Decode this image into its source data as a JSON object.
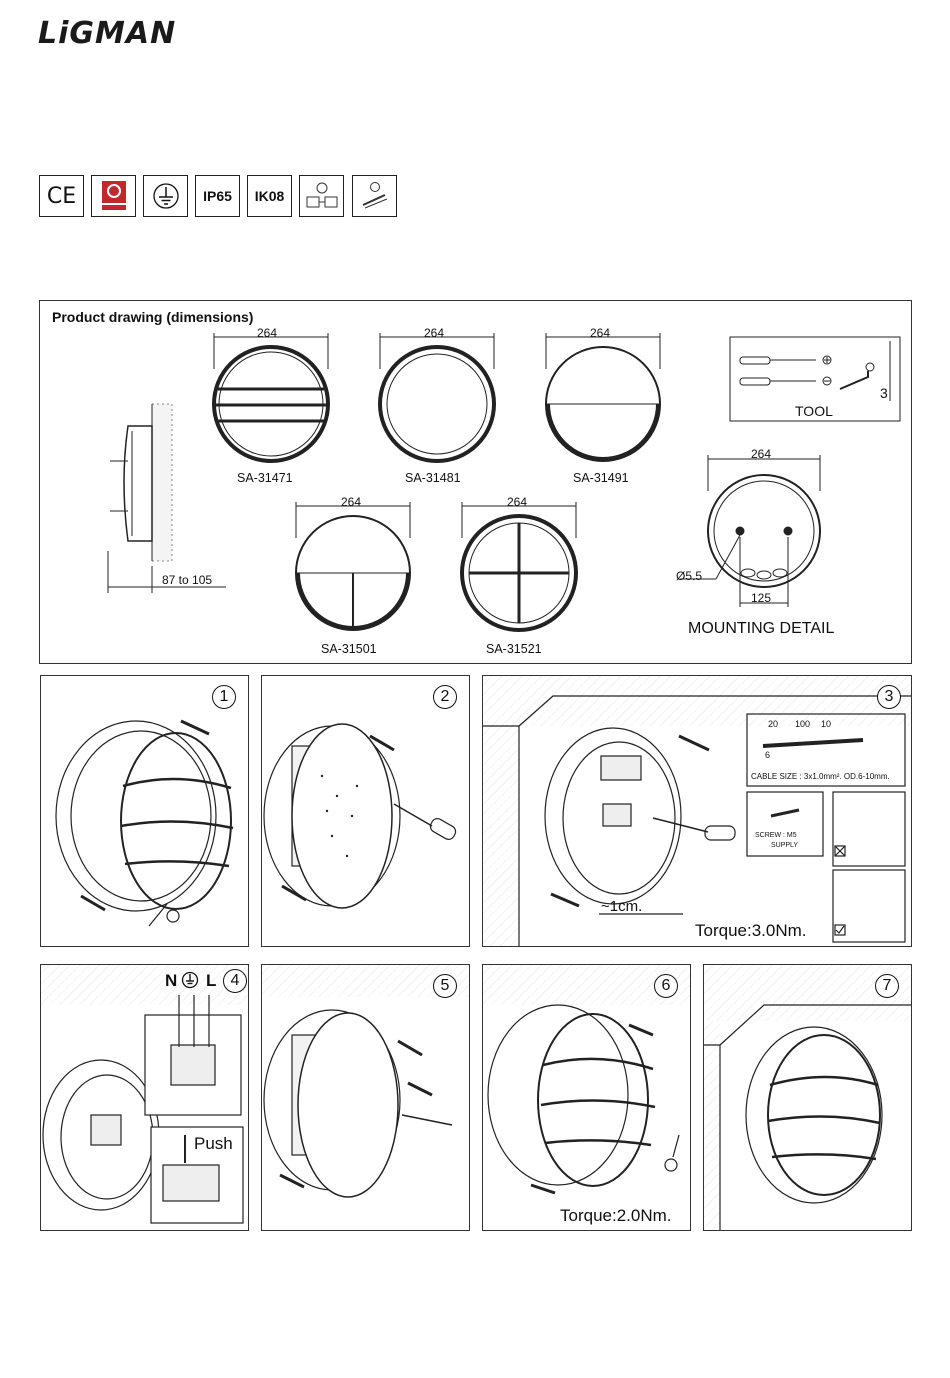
{
  "brand": {
    "logo_text": "LiGMAN"
  },
  "certifications": [
    {
      "label": "CE",
      "icon": "ce-mark-icon"
    },
    {
      "label": "",
      "icon": "quality-seal-icon"
    },
    {
      "label": "",
      "icon": "earth-ground-icon"
    },
    {
      "label": "IP65",
      "icon": "ip-rating"
    },
    {
      "label": "IK08",
      "icon": "ik-rating"
    },
    {
      "label": "",
      "icon": "install-angle-icon"
    },
    {
      "label": "",
      "icon": "screwdriver-mount-icon"
    }
  ],
  "drawing": {
    "title": "Product drawing (dimensions)",
    "side_dim": "87 to 105",
    "products": [
      {
        "model": "SA-31471",
        "width": "264"
      },
      {
        "model": "SA-31481",
        "width": "264"
      },
      {
        "model": "SA-31491",
        "width": "264"
      },
      {
        "model": "SA-31501",
        "width": "264"
      },
      {
        "model": "SA-31521",
        "width": "264"
      }
    ],
    "tool": {
      "label": "TOOL",
      "size": "3"
    },
    "mounting": {
      "label": "MOUNTING DETAIL",
      "width": "264",
      "hole": "Ø5.5",
      "spacing": "125"
    }
  },
  "steps": [
    {
      "number": "1"
    },
    {
      "number": "2"
    },
    {
      "number": "3",
      "cable_dims": [
        "20",
        "100",
        "10",
        "6"
      ],
      "cable_size": "CABLE SIZE : 3x1.0mm². OD.6-10mm.",
      "screw_label": "SCREW : M5",
      "screw_supply": "SUPPLY",
      "distance": "~1cm.",
      "torque": "Torque:3.0Nm."
    },
    {
      "number": "4",
      "n": "N",
      "l": "L",
      "push": "Push"
    },
    {
      "number": "5"
    },
    {
      "number": "6",
      "torque": "Torque:2.0Nm."
    },
    {
      "number": "7"
    }
  ]
}
